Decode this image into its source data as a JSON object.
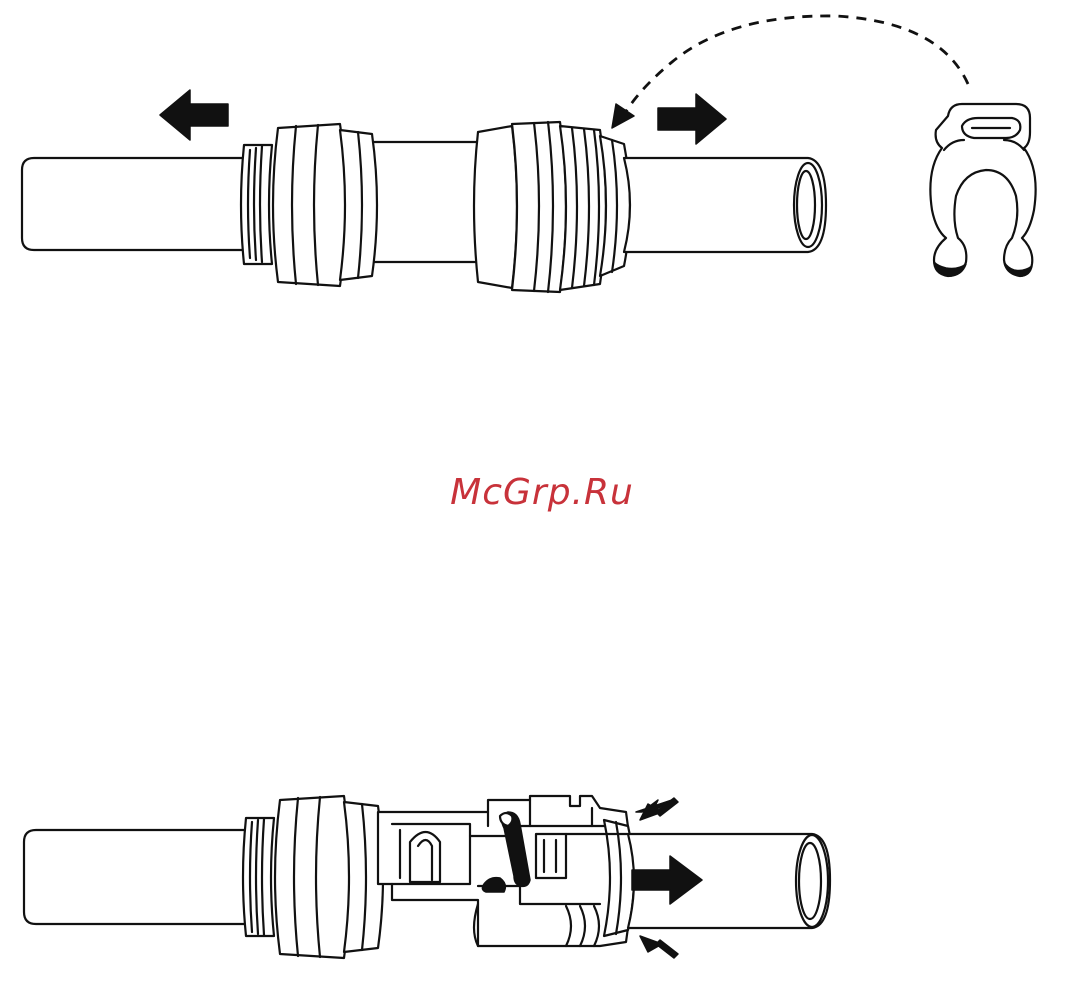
{
  "watermark": {
    "text": "McGrp.Ru",
    "color": "#c8323a"
  },
  "figure": {
    "panels": [
      "top-connector-with-release-clip",
      "bottom-connector-cutaway"
    ],
    "arrows": {
      "top_left": "left",
      "top_right": "right",
      "bottom_pull": "right",
      "bottom_squeeze": [
        "down-left",
        "up-left"
      ]
    },
    "ink_color": "#111111",
    "background": "#ffffff"
  }
}
